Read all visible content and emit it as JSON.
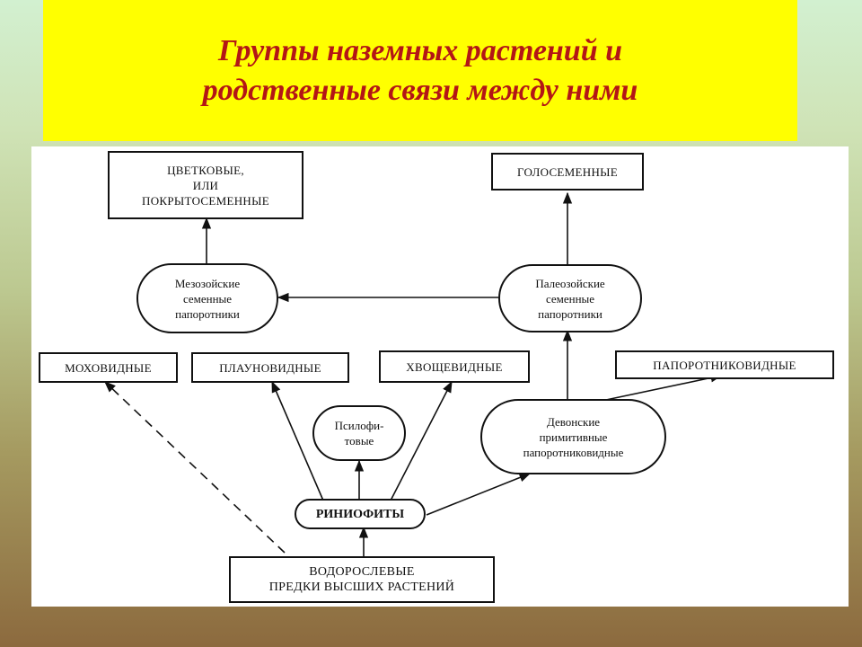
{
  "title": {
    "line1": "Группы наземных растений и",
    "line2": "родственные связи между ними"
  },
  "nodes": {
    "flowering": {
      "lines": [
        "ЦВЕТКОВЫЕ,",
        "ИЛИ",
        "ПОКРЫТОСЕМЕННЫЕ"
      ]
    },
    "gymnosperms": {
      "lines": [
        "ГОЛОСЕМЕННЫЕ"
      ]
    },
    "mesozoic_seed_ferns": {
      "lines": [
        "Мезозойские",
        "семенные",
        "папоротники"
      ]
    },
    "paleozoic_seed_ferns": {
      "lines": [
        "Палеозойские",
        "семенные",
        "папоротники"
      ]
    },
    "mosses": {
      "lines": [
        "МОХОВИДНЫЕ"
      ]
    },
    "lycopods": {
      "lines": [
        "ПЛАУНОВИДНЫЕ"
      ]
    },
    "horsetails": {
      "lines": [
        "ХВОЩЕВИДНЫЕ"
      ]
    },
    "ferns": {
      "lines": [
        "ПАПОРОТНИКОВИДНЫЕ"
      ]
    },
    "psilophytes": {
      "lines": [
        "Псилофи-",
        "товые"
      ]
    },
    "devonian_ferns": {
      "lines": [
        "Девонские",
        "примитивные",
        "папоротниковидные"
      ]
    },
    "rhyniophytes": {
      "lines": [
        "РИНИОФИТЫ"
      ]
    },
    "algal_ancestors": {
      "lines": [
        "ВОДОРОСЛЕВЫЕ",
        "ПРЕДКИ ВЫСШИХ РАСТЕНИЙ"
      ]
    }
  },
  "colors": {
    "title_text": "#b31616",
    "title_background": "#ffff00",
    "diagram_background": "#ffffff",
    "line": "#111111"
  }
}
